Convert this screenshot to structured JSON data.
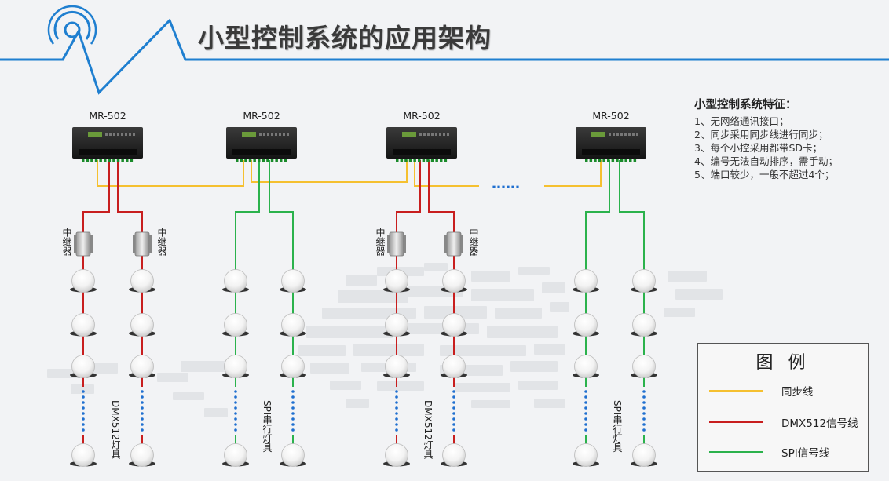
{
  "title": "小型控制系统的应用架构",
  "controllers": [
    {
      "label": "MR-502"
    },
    {
      "label": "MR-502"
    },
    {
      "label": "MR-502"
    },
    {
      "label": "MR-502"
    }
  ],
  "ellipsis": "……",
  "repeater_label": "中继器",
  "dmx_fixture_label": "DMX512灯具",
  "spi_fixture_label": "SPI串行灯具",
  "features": {
    "title": "小型控制系统特征：",
    "items": [
      "1、无网络通讯接口；",
      "2、同步采用同步线进行同步；",
      "3、每个小控采用都带SD卡；",
      "4、编号无法自动排序，需手动；",
      "5、端口较少，一般不超过4个；"
    ]
  },
  "legend": {
    "title": "图 例",
    "items": [
      {
        "label": "同步线",
        "color": "#f5c030"
      },
      {
        "label": "DMX512信号线",
        "color": "#c81e1e"
      },
      {
        "label": "SPI信号线",
        "color": "#2bb24c"
      }
    ]
  },
  "colors": {
    "accent_blue": "#1f7fd0",
    "sync": "#f5c030",
    "dmx": "#c81e1e",
    "spi": "#2bb24c",
    "dots": "#1f6fd0"
  }
}
